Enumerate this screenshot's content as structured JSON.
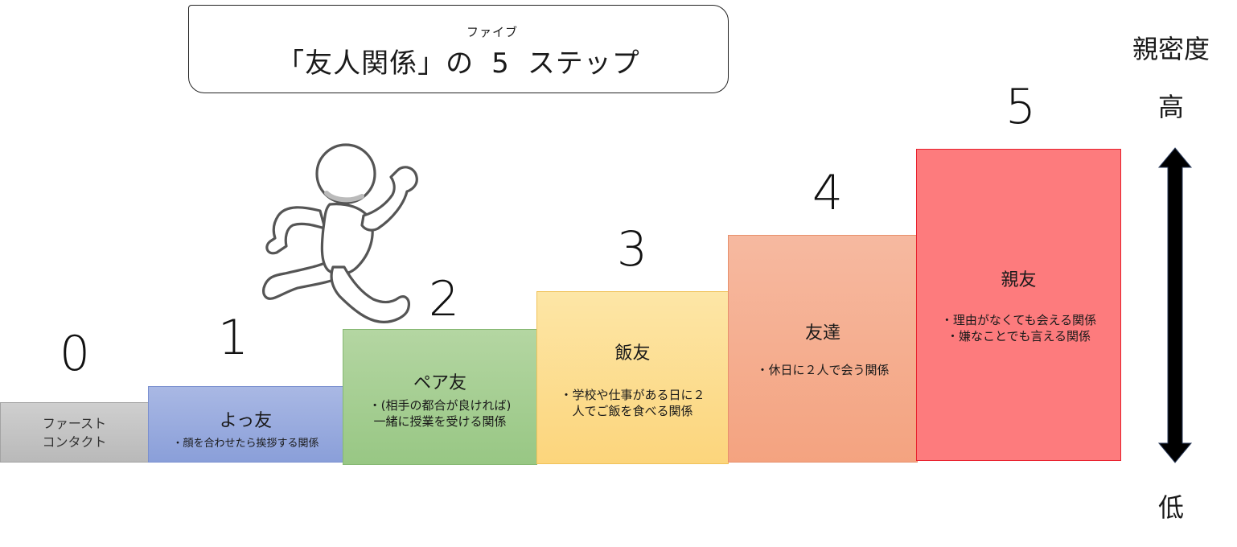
{
  "title": {
    "before": "「友人関係」の",
    "number": "5",
    "after": "ステップ",
    "ruby": "ファイブ"
  },
  "steps": [
    {
      "number": "0",
      "name": "ファースト\nコンタクト",
      "desc": ""
    },
    {
      "number": "1",
      "name": "よっ友",
      "desc": "・顔を合わせたら挨拶する関係"
    },
    {
      "number": "2",
      "name": "ペア友",
      "desc": "・(相手の都合が良ければ)\n一緒に授業を受ける関係"
    },
    {
      "number": "3",
      "name": "飯友",
      "desc": "・学校や仕事がある日に２\n人でご飯を食べる関係"
    },
    {
      "number": "4",
      "name": "友達",
      "desc": "・休日に２人で会う関係"
    },
    {
      "number": "5",
      "name": "親友",
      "desc": "・理由がなくても会える関係\n・嫌なことでも言える関係"
    }
  ],
  "scale": {
    "title": "親密度",
    "high": "高",
    "low": "低"
  },
  "illustration": {
    "icon": "running-person-icon"
  },
  "colors": {
    "step0": "#c4c4c4",
    "step1": "#8fa3da",
    "step2": "#a3cd8f",
    "step3": "#fcd987",
    "step4": "#f5ab8a",
    "step5": "#fd7b7d",
    "step5_border": "#e8212e",
    "arrow": "#000000"
  }
}
